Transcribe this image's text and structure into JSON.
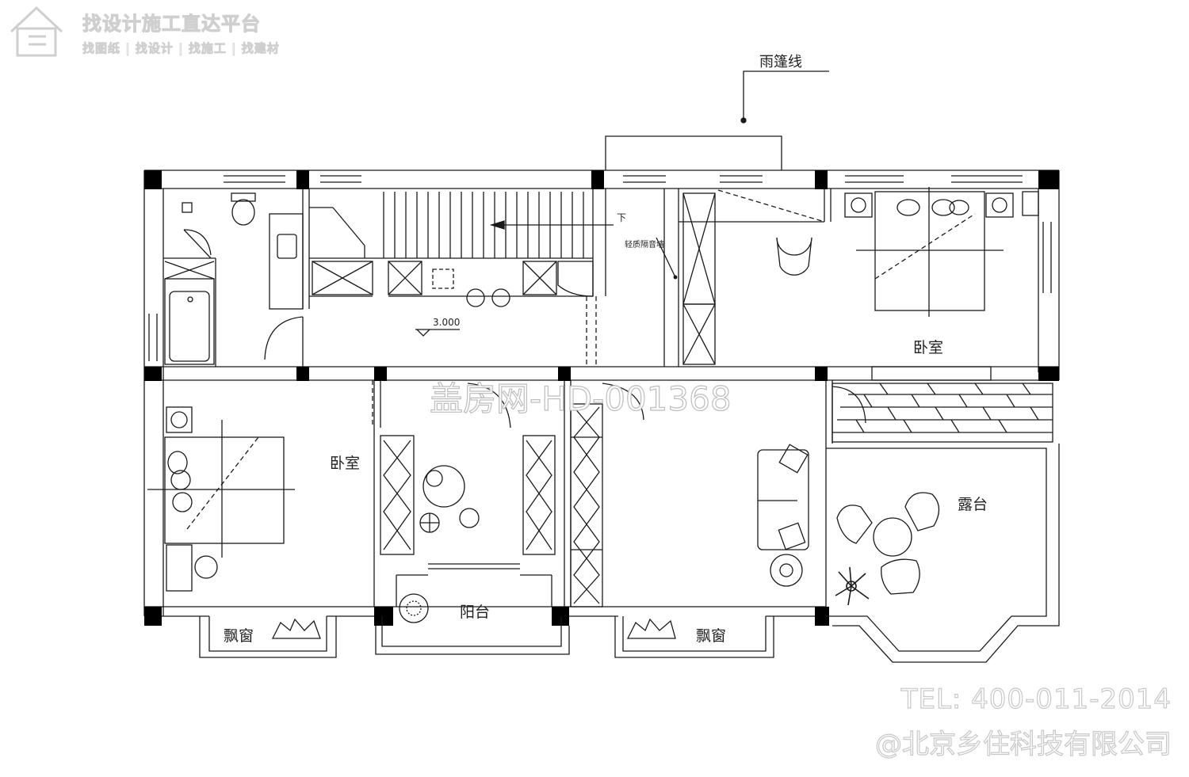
{
  "watermarks": {
    "logo_title": "找设计施工直达平台",
    "logo_subtitle": "找图纸 | 找设计 | 找施工 | 找建材",
    "center": "盖房网-HD-001368",
    "phone": "TEL: 400-011-2014",
    "company": "@北京乡住科技有限公司"
  },
  "annotations": {
    "canopy_line": "雨篷线",
    "stair_down": "下",
    "light_partition": "轻质隔音墙",
    "elevation": "3.000"
  },
  "rooms": {
    "bedroom_northeast": "卧室",
    "bedroom_west": "卧室",
    "balcony": "阳台",
    "terrace": "露台",
    "bay_window_left": "飘窗",
    "bay_window_right": "飘窗"
  },
  "colors": {
    "line": "#1a1a1a",
    "column": "#000000",
    "watermark": "#c8c8c8"
  },
  "icons": [
    "house-logo-icon",
    "toilet-icon",
    "washbasin-icon",
    "bathtub-icon",
    "bed-icon",
    "armchair-icon",
    "sofa-icon",
    "plant-icon",
    "round-table-icon",
    "wardrobe-icon"
  ]
}
